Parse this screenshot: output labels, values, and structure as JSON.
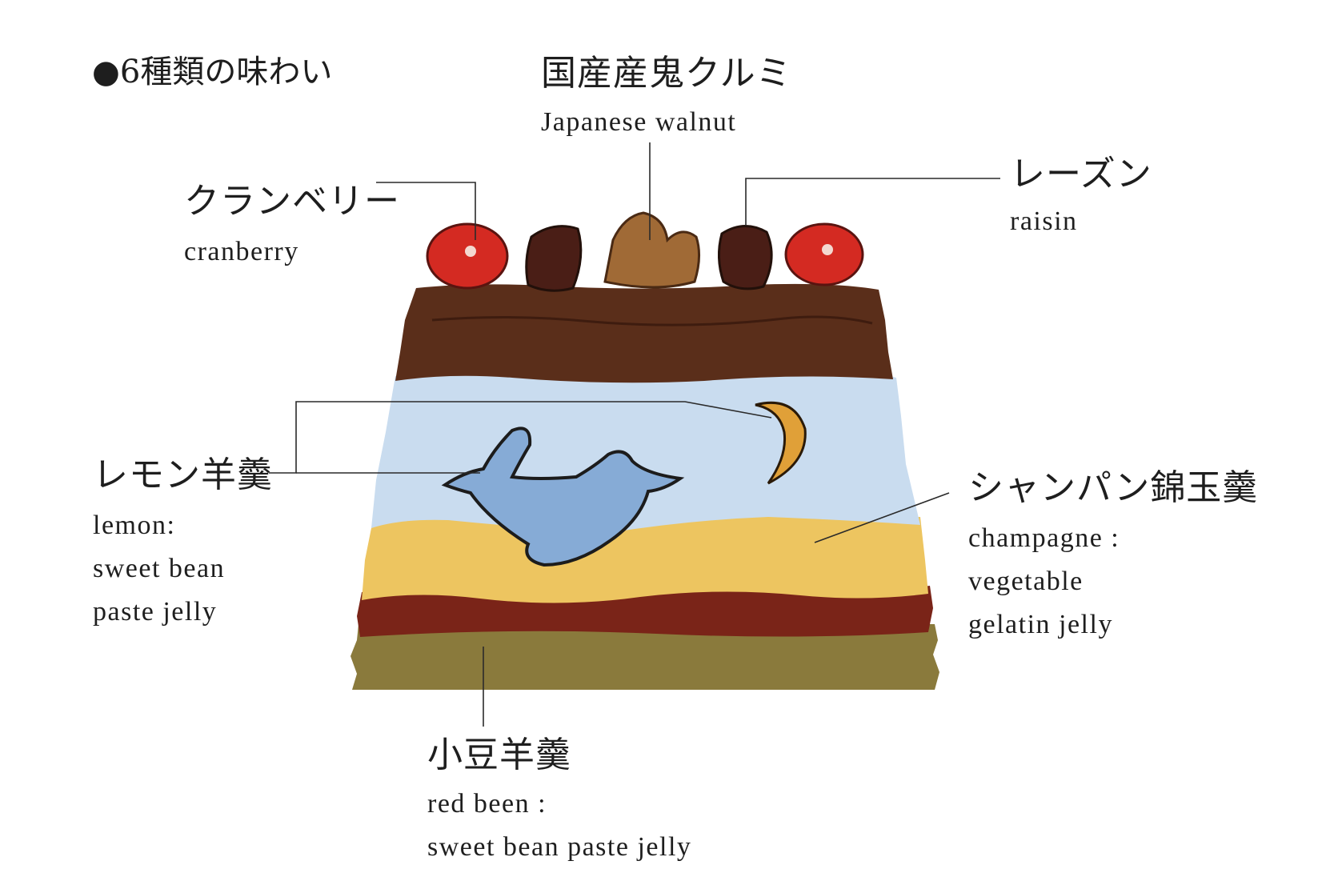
{
  "heading": {
    "bullet": "●",
    "text": "6種類の味わい"
  },
  "labels": {
    "walnut": {
      "jp": "国産産鬼クルミ",
      "en": "Japanese walnut"
    },
    "cranberry": {
      "jp": "クランベリー",
      "en": "cranberry"
    },
    "raisin": {
      "jp": "レーズン",
      "en": "raisin"
    },
    "lemon": {
      "jp": "レモン羊羹",
      "en1": "lemon:",
      "en2": "sweet bean",
      "en3": "paste jelly"
    },
    "champagne": {
      "jp": "シャンパン錦玉羹",
      "en1": "champagne :",
      "en2": "vegetable",
      "en3": "gelatin jelly"
    },
    "redbean": {
      "jp": "小豆羊羹",
      "en1": "red been :",
      "en2": "sweet bean paste jelly"
    }
  },
  "colors": {
    "leader": "#2a2a2a",
    "chocolate": "#5a2e1a",
    "sky": "#c9dcef",
    "bird": "#86abd6",
    "moon": "#e0a038",
    "champagne": "#edc560",
    "redbean": "#7a2418",
    "base": "#8a7a3c",
    "cranberry": "#d42a22"
  }
}
